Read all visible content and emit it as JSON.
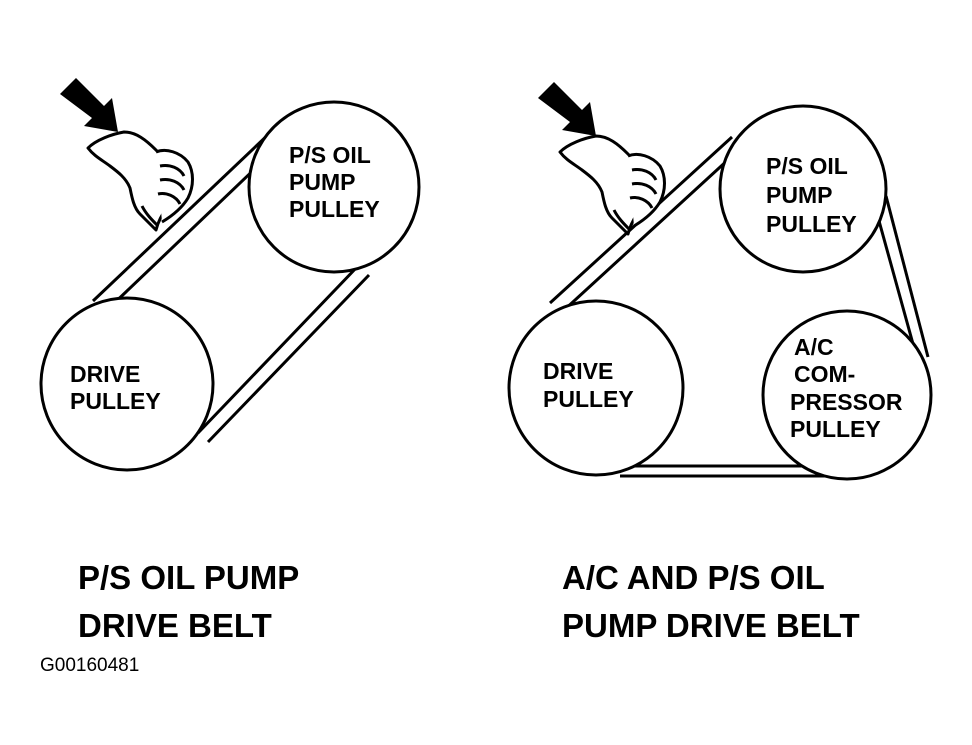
{
  "left": {
    "oil_pump_pulley": [
      "P/S OIL",
      "PUMP",
      "PULLEY"
    ],
    "drive_pulley": [
      "DRIVE",
      "PULLEY"
    ],
    "caption": [
      "P/S OIL PUMP",
      "DRIVE BELT"
    ]
  },
  "right": {
    "oil_pump_pulley": [
      "P/S OIL",
      "PUMP",
      "PULLEY"
    ],
    "drive_pulley": [
      "DRIVE",
      "PULLEY"
    ],
    "ac_pulley": [
      "A/C",
      "COM-",
      "PRESSOR",
      "PULLEY"
    ],
    "caption": [
      "A/C AND P/S OIL",
      "PUMP DRIVE BELT"
    ]
  },
  "figure_code": "G00160481",
  "icons": [
    "push-arrow-icon",
    "hand-icon"
  ],
  "colors": {
    "ink": "#000000",
    "paper": "#ffffff"
  }
}
